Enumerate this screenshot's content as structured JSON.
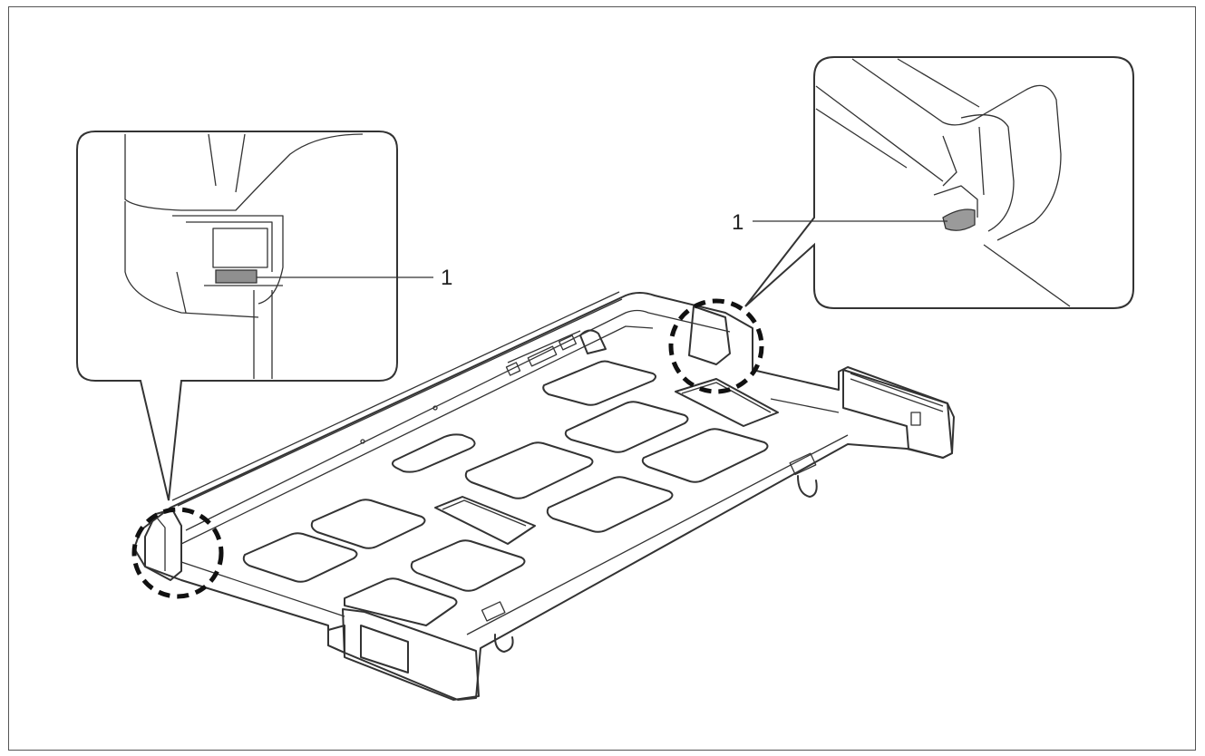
{
  "diagram": {
    "callouts": [
      {
        "id": "left-detail",
        "label": "1"
      },
      {
        "id": "right-detail",
        "label": "1"
      }
    ],
    "colors": {
      "line": "#333333",
      "latch": "#9a9a9a",
      "background": "#ffffff"
    }
  }
}
